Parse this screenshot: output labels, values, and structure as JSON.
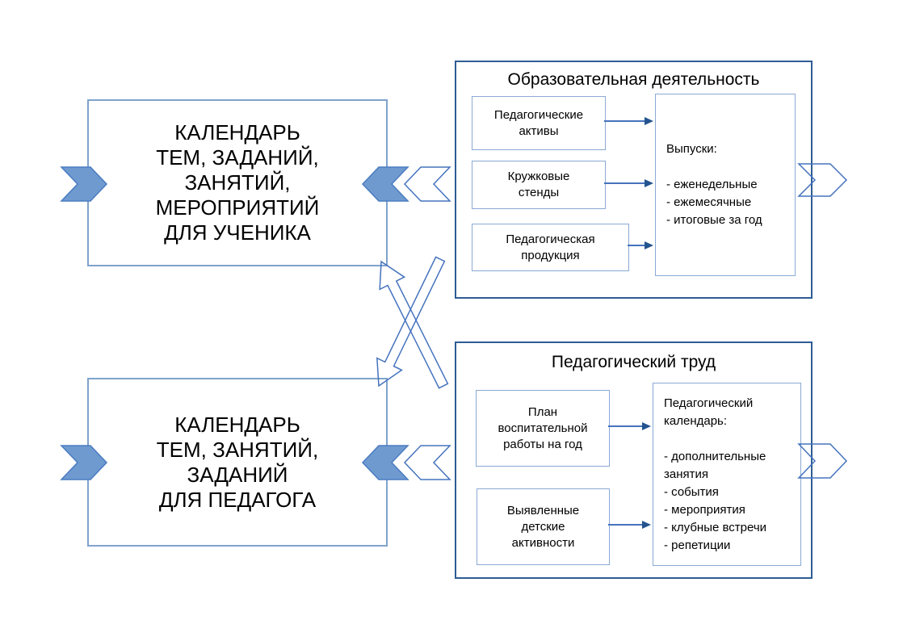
{
  "student_calendar": {
    "lines": [
      "КАЛЕНДАРЬ",
      "ТЕМ, ЗАДАНИЙ,",
      "ЗАНЯТИЙ,",
      "МЕРОПРИЯТИЙ",
      "ДЛЯ УЧЕНИКА"
    ]
  },
  "teacher_calendar": {
    "lines": [
      "КАЛЕНДАРЬ",
      "ТЕМ, ЗАНЯТИЙ,",
      "ЗАДАНИЙ",
      "ДЛЯ ПЕДАГОГА"
    ]
  },
  "educational_activity": {
    "title": "Образовательная деятельность",
    "sources": [
      {
        "lines": [
          "Педагогические",
          "активы"
        ]
      },
      {
        "lines": [
          "Кружковые",
          "стенды"
        ]
      },
      {
        "lines": [
          "Педагогическая",
          "продукция"
        ]
      }
    ],
    "releases": {
      "heading": "Выпуски:",
      "items": [
        "- еженедельные",
        "- ежемесячные",
        "- итоговые за год"
      ]
    }
  },
  "pedagogical_work": {
    "title": "Педагогический труд",
    "sources": [
      {
        "lines": [
          "План",
          "воспитательной",
          "работы на год"
        ]
      },
      {
        "lines": [
          "Выявленные",
          "детские",
          "активности"
        ]
      }
    ],
    "calendar": {
      "heading_lines": [
        "Педагогический",
        "календарь:"
      ],
      "items": [
        "- дополнительные занятия",
        "- события",
        "- мероприятия",
        "- клубные встречи",
        "- репетиции"
      ]
    }
  },
  "shapes": {
    "left_inflow_arrow": "chevron-right-filled",
    "box_inflow_arrow": "chevron-left-filled",
    "box_inflow_arrow_outline": "chevron-left-outline",
    "group_outflow_arrow": "chevron-right-outline",
    "cross_link_arrow_up": "block-arrow-up-left-outline",
    "cross_link_arrow_down": "block-arrow-down-left-outline"
  },
  "colors": {
    "background": "#ffffff",
    "text": "#000000",
    "calendar_box_border": "#7fa3cc",
    "group_border": "#2e5d94",
    "inner_box_border": "#8aa9d4",
    "connector_line": "#4573bd",
    "connector_arrowhead": "#24548f",
    "chevron_fill": "#6f9ad0",
    "chevron_stroke": "#4a7cc0",
    "outline_arrow_stroke": "#4573bd"
  }
}
